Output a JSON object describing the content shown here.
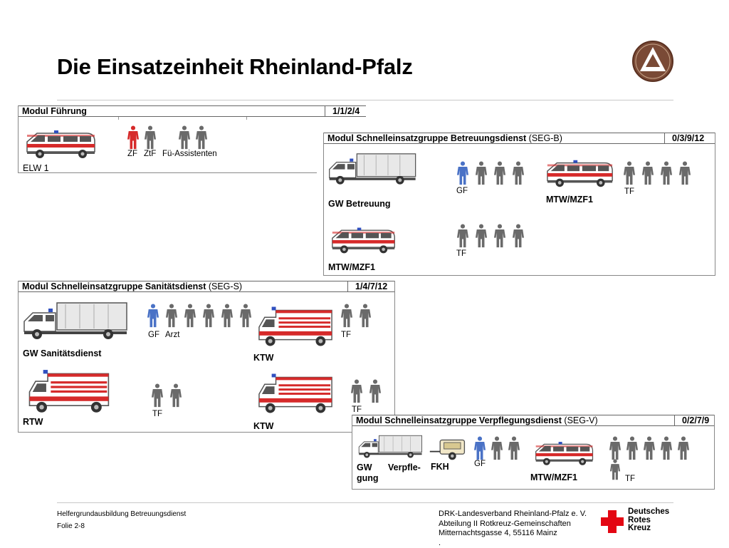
{
  "title": "Die Einsatzeinheit Rheinland-Pfalz",
  "colors": {
    "red": "#d62a2a",
    "gray": "#6a6a6a",
    "blue": "#4a72c6",
    "logo": "#7a4a36"
  },
  "module_fuehrung": {
    "name": "Modul Führung",
    "code": "1/1/2/4",
    "vehicle": "ELW 1",
    "roles": {
      "zf": "ZF",
      "ztf": "ZtF",
      "fue": "Fü-Assistenten"
    }
  },
  "module_segb": {
    "name": "Modul Schnelleinsatzgruppe Betreuungsdienst",
    "sub": " (SEG-B)",
    "code": "0/3/9/12",
    "gw": "GW Betreuung",
    "gf": "GF",
    "mtw1": "MTW/MZF1",
    "tf1": "TF",
    "mtw2": "MTW/MZF1",
    "tf2": "TF"
  },
  "module_segs": {
    "name": "Modul Schnelleinsatzgruppe Sanitätsdienst",
    "sub": " (SEG-S)",
    "code": "1/4/7/12",
    "gw": "GW Sanitätsdienst",
    "gf": "GF",
    "arzt": "Arzt",
    "ktw1": "KTW",
    "tf1": "TF",
    "rtw": "RTW",
    "tf2": "TF",
    "ktw2": "KTW",
    "tf3": "TF"
  },
  "module_segv": {
    "name": "Modul Schnelleinsatzgruppe Verpflegungsdienst",
    "sub": " (SEG-V)",
    "code": "0/2/7/9",
    "gw_line1": "GW",
    "gw_line2": "Verpfle-",
    "gw_line3": "gung",
    "fkh": "FKH",
    "gf": "GF",
    "mtw": "MTW/MZF1",
    "tf": "TF"
  },
  "footer": {
    "course": "Helfergrundausbildung Betreuungsdienst",
    "slide": "Folie 2-8",
    "org1": "DRK-Landesverband Rheinland-Pfalz e. V.",
    "org2": "Abteilung II Rotkreuz-Gemeinschaften",
    "org3": "Mitternachtsgasse 4, 55116 Mainz",
    "org4": ".",
    "drk1": "Deutsches",
    "drk2": "Rotes",
    "drk3": "Kreuz"
  }
}
